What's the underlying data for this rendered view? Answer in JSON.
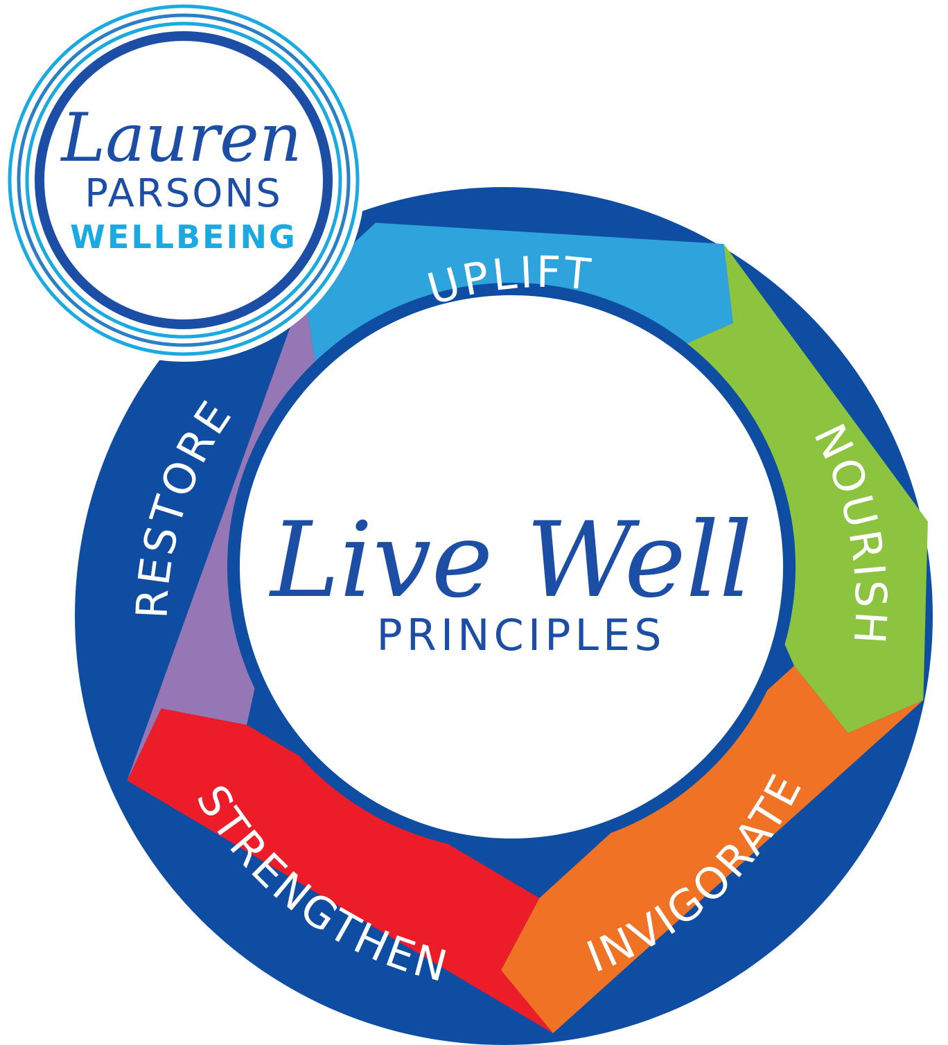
{
  "logo": {
    "name_script": "Lauren",
    "name_caps": "PARSONS",
    "tagline": "WELLBEING"
  },
  "center": {
    "script": "Live Well",
    "caps": "PRINCIPLES"
  },
  "segments": [
    {
      "label": "UPLIFT",
      "color": "#2fa3dc"
    },
    {
      "label": "NOURISH",
      "color": "#8cc43f"
    },
    {
      "label": "INVIGORATE",
      "color": "#f07224"
    },
    {
      "label": "STRENGTHEN",
      "color": "#ec1c28"
    },
    {
      "label": "RESTORE",
      "color": "#9577b5"
    }
  ],
  "colors": {
    "ring_border": "#0e4da2",
    "logo_light": "#1aa9e1",
    "logo_mid": "#2b7fc7",
    "text_dark": "#1b4ea4"
  }
}
